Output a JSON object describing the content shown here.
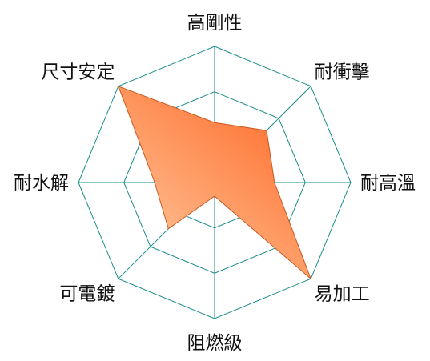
{
  "chart_data": {
    "type": "radar",
    "title": "",
    "axes": [
      "高剛性",
      "耐衝擊",
      "耐高溫",
      "易加工",
      "阻燃級",
      "可電鍍",
      "耐水解",
      "尺寸安定"
    ],
    "max": 5,
    "rings": 3,
    "series": [
      {
        "values": [
          2.2,
          2.7,
          2.2,
          5.0,
          0.5,
          2.4,
          2.2,
          5.0
        ]
      }
    ],
    "grid": true,
    "colors": {
      "grid": "#1a8c8c",
      "fill_light": "#ffc69a",
      "fill_dark": "#ff6f2e",
      "series_stroke": "#c85a20"
    }
  }
}
